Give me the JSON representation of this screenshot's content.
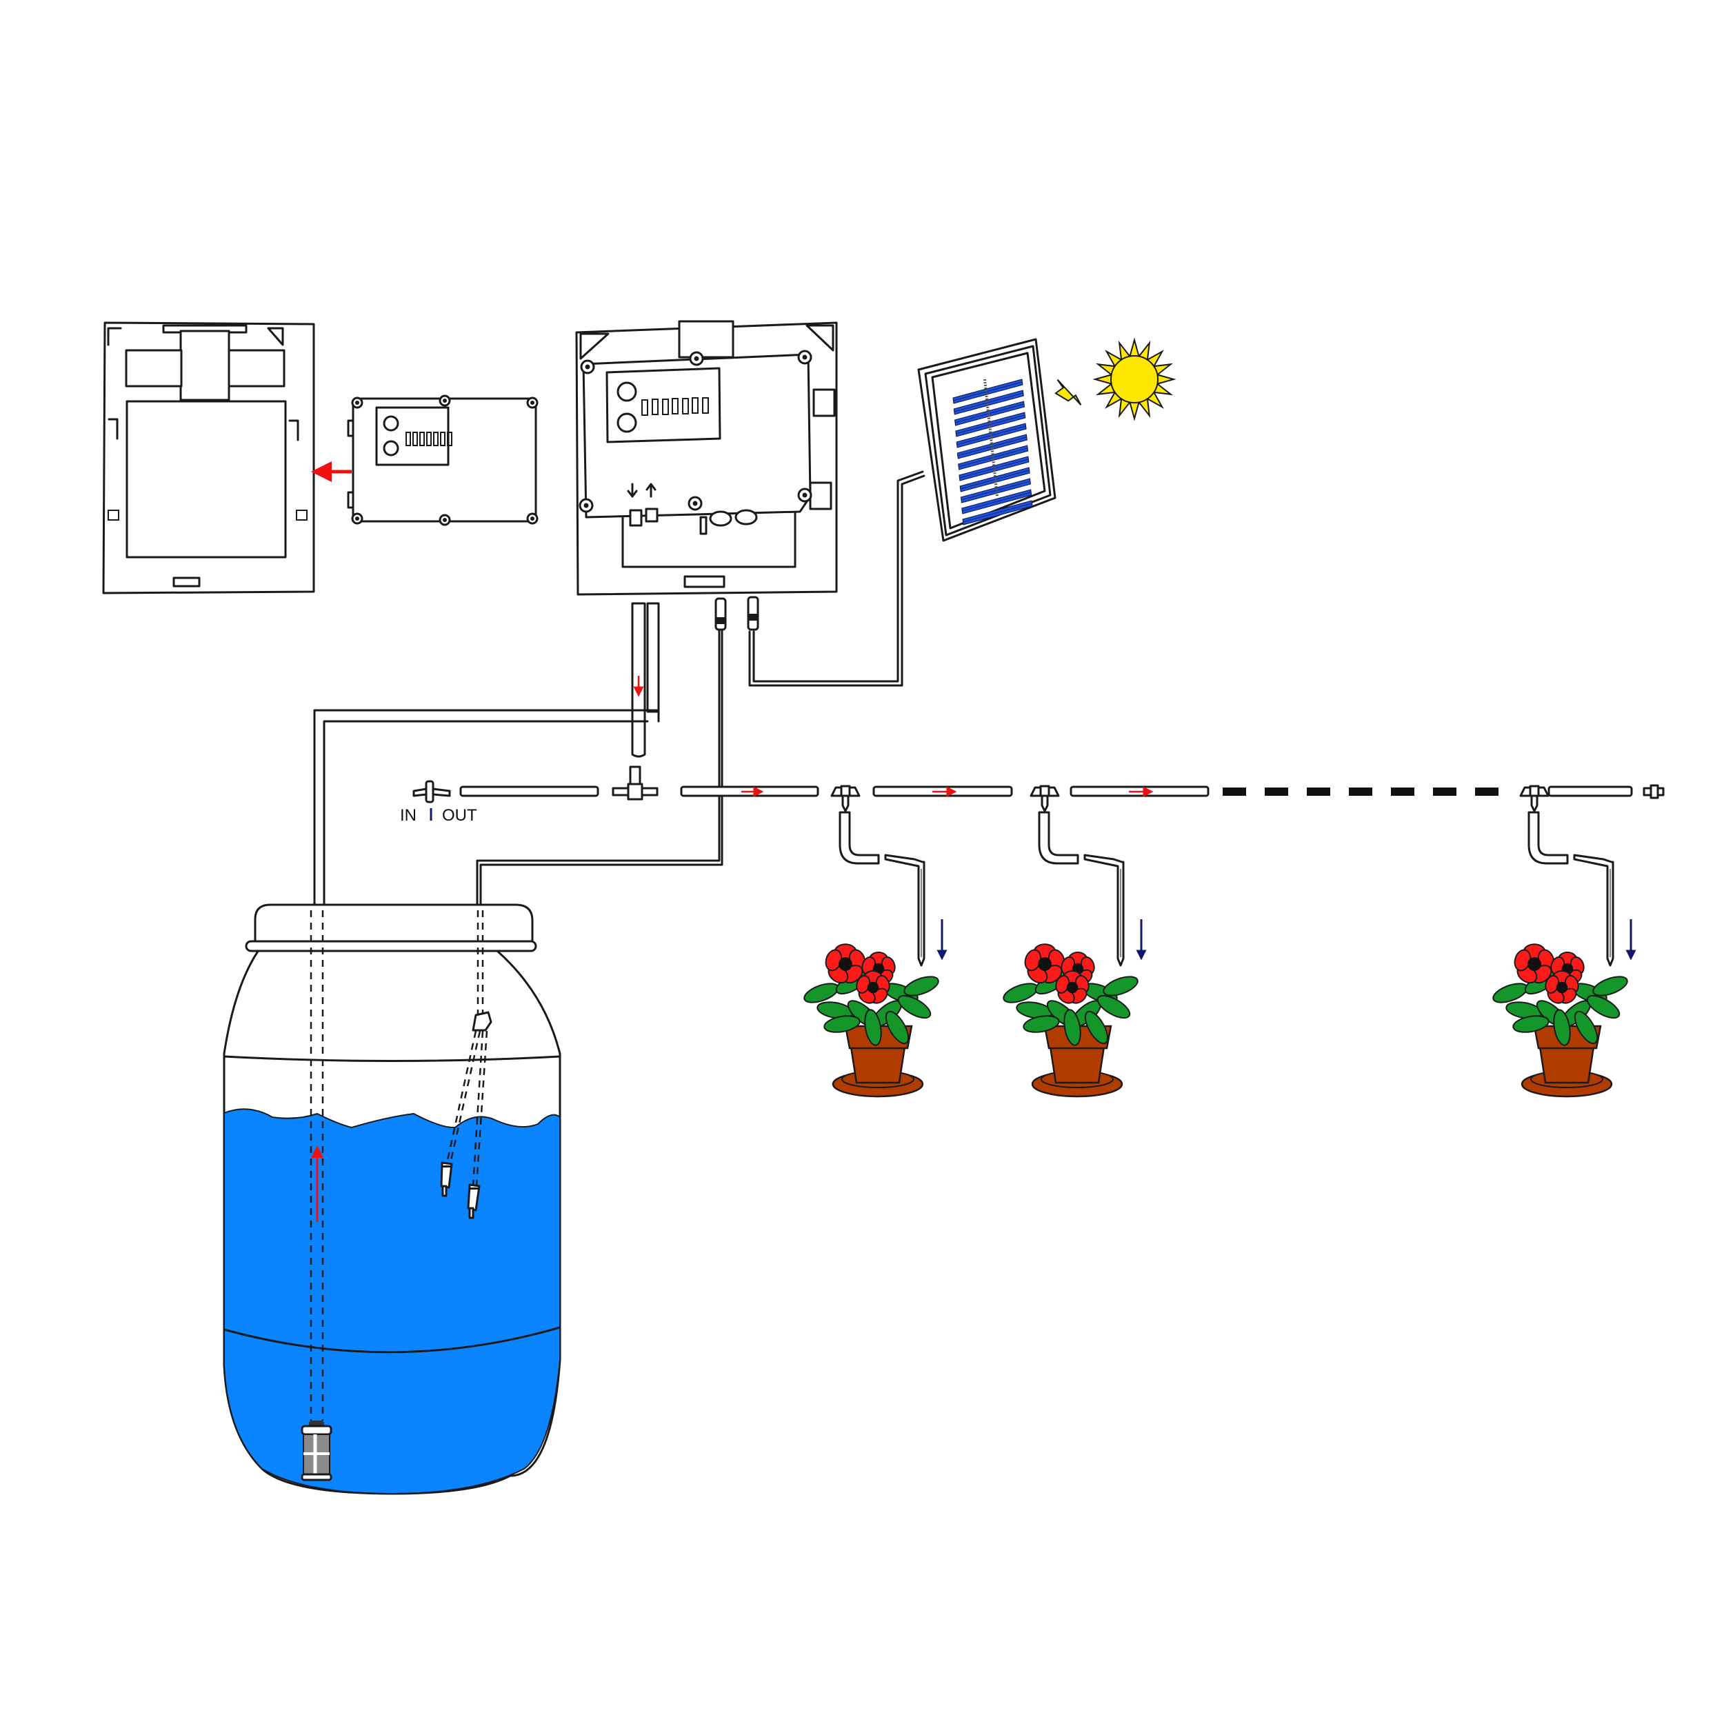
{
  "diagram": {
    "title": "Solar-powered drip irrigation system",
    "labels": {
      "valve_in": "IN",
      "valve_out": "OUT"
    },
    "components": [
      {
        "id": "mounting-plate",
        "name": "Wall mounting plate"
      },
      {
        "id": "controller-unit",
        "name": "Pump controller box",
        "buttons": 2,
        "led_segments": 7
      },
      {
        "id": "mounted-controller",
        "name": "Controller mounted on plate",
        "buttons": 2,
        "led_segments": 7,
        "port_arrows": [
          "down",
          "up"
        ]
      },
      {
        "id": "solar-panel",
        "name": "Solar panel",
        "cell_rows": 12
      },
      {
        "id": "sun",
        "name": "Sun"
      },
      {
        "id": "water-barrel",
        "name": "Water tank"
      },
      {
        "id": "intake-filter",
        "name": "Intake filter"
      },
      {
        "id": "level-sensors",
        "name": "Water level sensor probes",
        "count": 2
      },
      {
        "id": "check-valve",
        "name": "One-way valve"
      },
      {
        "id": "tee-connector",
        "name": "Tee connector"
      },
      {
        "id": "drip-stakes",
        "name": "Drip stakes",
        "count": 3
      },
      {
        "id": "potted-plants",
        "name": "Flower pots",
        "count": 3
      },
      {
        "id": "end-plug",
        "name": "End plug"
      }
    ],
    "flow_arrows": {
      "red": "water flow direction",
      "blue": "drip output direction"
    },
    "colors": {
      "water": "#0a84ff",
      "flow_arrow": "#ee1111",
      "drip_arrow": "#11176b",
      "solar_cell": "#1e50dc",
      "sun": "#ffe800",
      "pot": "#b03c00",
      "flower": "#ff1a1a",
      "leaf": "#14962a",
      "mount_arrow": "#ee1111"
    }
  }
}
